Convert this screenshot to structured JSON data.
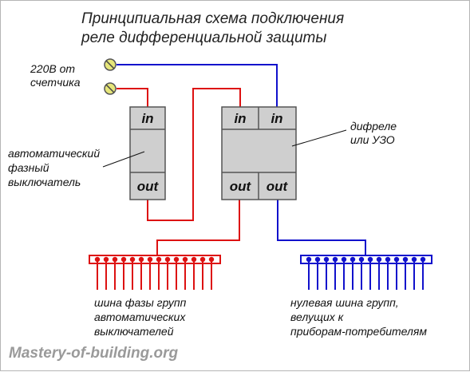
{
  "title": {
    "line1": "Принципиальная схема подключения",
    "line2": "реле дифференциальной защиты"
  },
  "supply_label": {
    "line1": "220В от",
    "line2": "счетчика"
  },
  "breaker": {
    "label": {
      "line1": "автоматический",
      "line2": "фазный",
      "line3": "выключатель"
    },
    "in": "in",
    "out": "out"
  },
  "rcd": {
    "label": {
      "line1": "дифреле",
      "line2": "или УЗО"
    },
    "in": [
      "in",
      "in"
    ],
    "out": [
      "out",
      "out"
    ]
  },
  "phase_bus": {
    "label": {
      "line1": "шина фазы групп",
      "line2": "автоматических",
      "line3": "выключателей"
    },
    "taps": 14,
    "color": "#dd1111"
  },
  "neutral_bus": {
    "label": {
      "line1": "нулевая шина групп,",
      "line2": "велущих к",
      "line3": "приборам-потребителям"
    },
    "taps": 14,
    "color": "#1111cc"
  },
  "colors": {
    "phase": "#dd1111",
    "neutral": "#1111cc",
    "module_fill": "#cfcfcf",
    "terminal_fill": "#e6e67a"
  },
  "watermark": "Mastery-of-building.org"
}
